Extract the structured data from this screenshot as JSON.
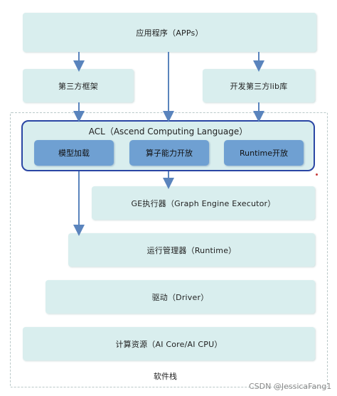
{
  "apps": "应用程序（APPs）",
  "third_party_framework": "第三方框架",
  "third_party_lib": "开发第三方lib库",
  "acl": {
    "title": "ACL（Ascend Computing Language）",
    "model_loading": "模型加载",
    "operator_capability": "算子能力开放",
    "runtime_open": "Runtime开放"
  },
  "ge_executor": "GE执行器（Graph Engine Executor）",
  "runtime_manager": "运行管理器（Runtime）",
  "driver": "驱动（Driver）",
  "compute_resources": "计算资源（AI Core/AI CPU）",
  "software_stack_label": "软件栈",
  "watermark": "CSDN @JessicaFang1",
  "colors": {
    "box_fill": "#d9eeee",
    "pill_fill": "#6fa0d2",
    "acl_border": "#2a46a4",
    "arrow": "#5a84bd"
  }
}
